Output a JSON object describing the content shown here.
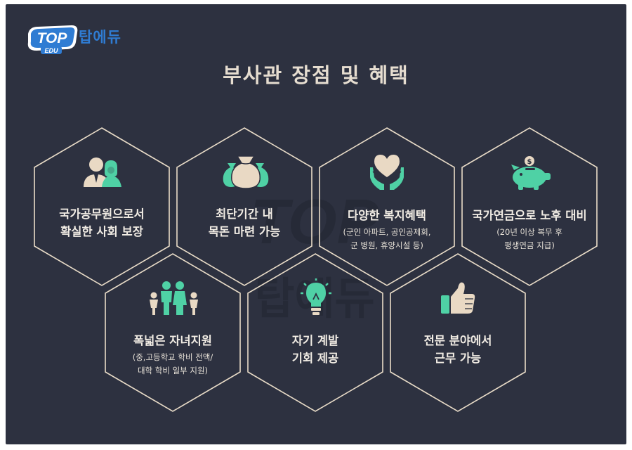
{
  "brand": {
    "logo_mark": "TOP",
    "logo_sub": "EDU",
    "name": "탑에듀"
  },
  "title": "부사관 장점 및 혜택",
  "watermark": {
    "mark": "TOP",
    "name": "탑에듀"
  },
  "colors": {
    "background": "#2d3140",
    "accent": "#4fd1a5",
    "beige": "#e9d9c4",
    "outline": "#e9dcc8",
    "logo_blue": "#2f7cd3"
  },
  "items": [
    {
      "title": "국가공무원으로서\n확실한 사회 보장",
      "sub": "",
      "icon": "people-icon"
    },
    {
      "title": "최단기간 내\n목돈 마련 가능",
      "sub": "",
      "icon": "money-bags-icon"
    },
    {
      "title": "다양한 복지혜택",
      "sub": "(군인 아파트, 공인공제회,\n군 병원, 휴양시설 등)",
      "icon": "heart-hands-icon"
    },
    {
      "title": "국가연금으로 노후 대비",
      "sub": "(20년 이상 복무 후\n평생연금 지급)",
      "icon": "piggy-bank-icon"
    },
    {
      "title": "폭넓은 자녀지원",
      "sub": "(중,고등학교 학비 전액/\n대학 학비 일부 지원)",
      "icon": "family-icon"
    },
    {
      "title": "자기 계발\n기회 제공",
      "sub": "",
      "icon": "lightbulb-icon"
    },
    {
      "title": "전문 분야에서\n근무 가능",
      "sub": "",
      "icon": "thumbs-up-icon"
    }
  ]
}
